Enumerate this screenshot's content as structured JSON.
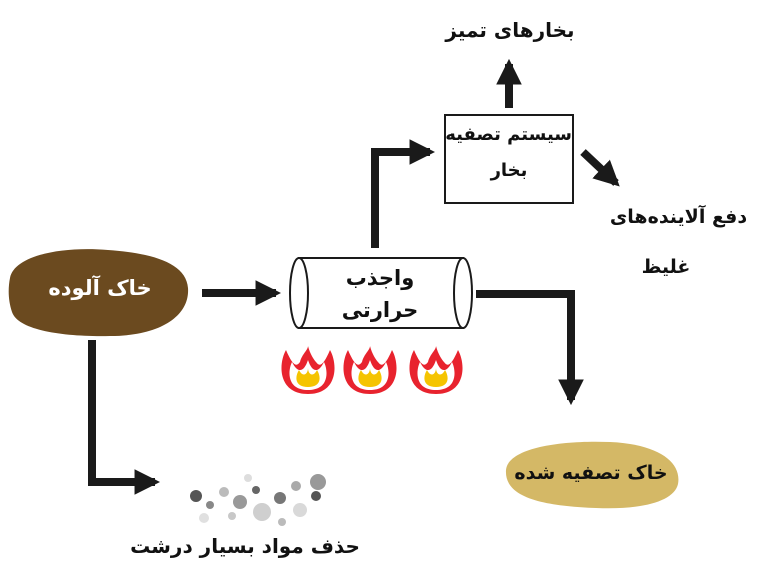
{
  "nodes": {
    "contaminated_soil": "خاک آلوده",
    "thermal_desorber_line1": "واجذب",
    "thermal_desorber_line2": "حرارتی",
    "vapor_treatment_line1": "سیستم تصفیه",
    "vapor_treatment_line2": "بخار",
    "clean_vapors": "بخارهای تمیز",
    "concentrated_contaminants_line1": "دفع آلاینده‌های",
    "concentrated_contaminants_line2": "غلیظ",
    "treated_soil": "خاک تصفیه شده",
    "oversize_removal": "حذف مواد بسیار درشت"
  },
  "colors": {
    "contaminated_soil_fill": "#6b4a1f",
    "treated_soil_fill": "#d4b866",
    "flame_outer": "#e8232e",
    "flame_inner": "#f5c400",
    "arrow": "#1a1a1a"
  }
}
